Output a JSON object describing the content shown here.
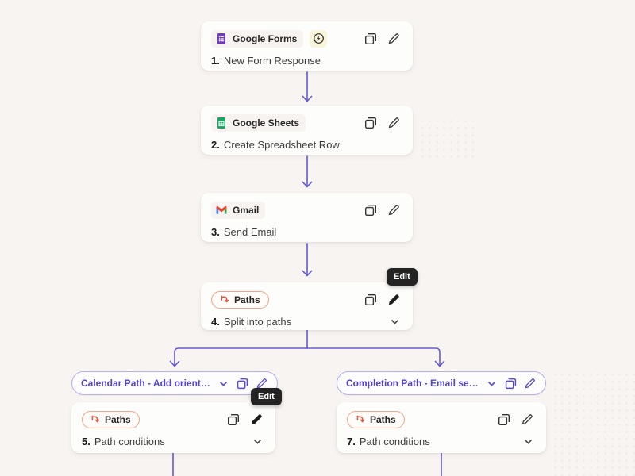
{
  "canvas": {
    "background": "#f8f4f2",
    "card_bg": "#fdfdfc",
    "connector_color": "#6458d6",
    "accent_purple": "#5244c6",
    "paths_red": "#e8543c",
    "paths_border": "#f1a289",
    "tooltip_bg": "#232323",
    "trigger_chip_bg": "#f8f5da"
  },
  "tooltip": {
    "label": "Edit"
  },
  "icons": {
    "copy": "copy-duplicate-icon",
    "edit": "pencil-edit-icon",
    "expand": "chevron-down-icon",
    "trigger": "instant-trigger-bolt-icon",
    "paths": "split-paths-icon",
    "google_forms": "google-forms-icon",
    "google_sheets": "google-sheets-icon",
    "gmail": "gmail-m-icon"
  },
  "steps": [
    {
      "app_label": "Google Forms",
      "number": "1.",
      "title": "New Form Response"
    },
    {
      "app_label": "Google Sheets",
      "number": "2.",
      "title": "Create Spreadsheet Row"
    },
    {
      "app_label": "Gmail",
      "number": "3.",
      "title": "Send Email"
    },
    {
      "app_label": "Paths",
      "number": "4.",
      "title": "Split into paths"
    }
  ],
  "branches": [
    {
      "pill_label": "Calendar Path - Add orienta...",
      "step": {
        "app_label": "Paths",
        "number": "5.",
        "title": "Path conditions"
      }
    },
    {
      "pill_label": "Completion Path - Email sen...",
      "step": {
        "app_label": "Paths",
        "number": "7.",
        "title": "Path conditions"
      }
    }
  ]
}
